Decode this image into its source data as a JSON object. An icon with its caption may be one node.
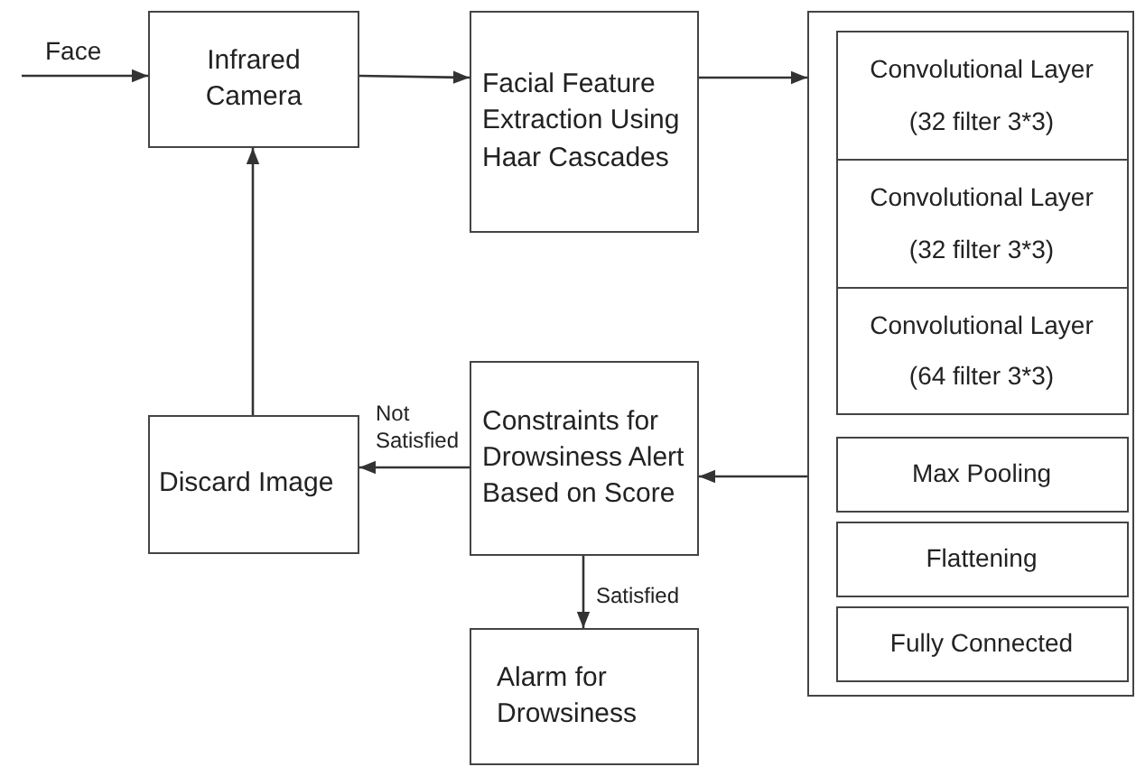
{
  "diagram": {
    "nodes": [
      {
        "text": [
          "Infrared Camera"
        ]
      },
      {
        "text": [
          "Facial Feature Extraction Using Haar Cascades"
        ]
      },
      {
        "text": [],
        "shape": "box"
      },
      {
        "text": [
          "Convolutional Layer",
          "(32 filter 3*3)"
        ],
        "in": 2
      },
      {
        "text": [
          "Convolutional Layer",
          "(32 filter 3*3)"
        ],
        "in": 2
      },
      {
        "text": [
          "Convolutional Layer",
          "(64 filter 3*3)"
        ],
        "in": 2
      },
      {
        "text": [
          "Max Pooling"
        ],
        "in": 2
      },
      {
        "text": [
          "Flattening"
        ],
        "in": 2
      },
      {
        "text": [
          "Fully Connected"
        ],
        "in": 2
      },
      {
        "text": [
          "Constraints for Drowsiness Alert Based on Score"
        ]
      },
      {
        "text": [
          "Discard Image"
        ]
      },
      {
        "text": [
          "Alarm for Drowsiness"
        ]
      }
    ],
    "edges": [
      {
        "from": null,
        "to": 0,
        "arrow": "to",
        "label": "Face"
      },
      {
        "from": 0,
        "to": 1,
        "arrow": "to"
      },
      {
        "from": 1,
        "to": 2,
        "arrow": "to"
      },
      {
        "from": 2,
        "to": 9,
        "arrow": "to"
      },
      {
        "from": 9,
        "to": 10,
        "arrow": "to",
        "label": "Not Satisfied"
      },
      {
        "from": 9,
        "to": 11,
        "arrow": "to",
        "label": "Satisfied"
      },
      {
        "from": 10,
        "to": 0,
        "arrow": "to"
      }
    ]
  }
}
